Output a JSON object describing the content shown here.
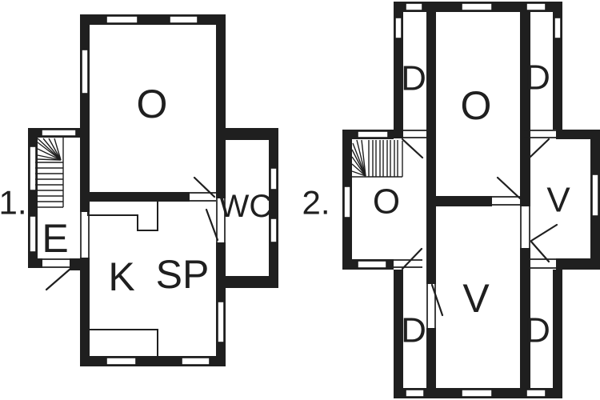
{
  "colors": {
    "background": "#ffffff",
    "wall": "#1f1f1f",
    "text": "#1f1f1f"
  },
  "plans": [
    {
      "number_label": "1.",
      "rooms": [
        {
          "key": "o",
          "label": "O"
        },
        {
          "key": "e",
          "label": "E"
        },
        {
          "key": "k",
          "label": "K"
        },
        {
          "key": "sp",
          "label": "SP"
        },
        {
          "key": "wc",
          "label": "WC"
        }
      ]
    },
    {
      "number_label": "2.",
      "rooms": [
        {
          "key": "d-top-left",
          "label": "D"
        },
        {
          "key": "o-top-center",
          "label": "O"
        },
        {
          "key": "d-top-right",
          "label": "D"
        },
        {
          "key": "o-landing",
          "label": "O"
        },
        {
          "key": "v-right",
          "label": "V"
        },
        {
          "key": "v-center",
          "label": "V"
        },
        {
          "key": "d-bottom-left",
          "label": "D"
        },
        {
          "key": "d-bottom-right",
          "label": "D"
        }
      ]
    }
  ]
}
